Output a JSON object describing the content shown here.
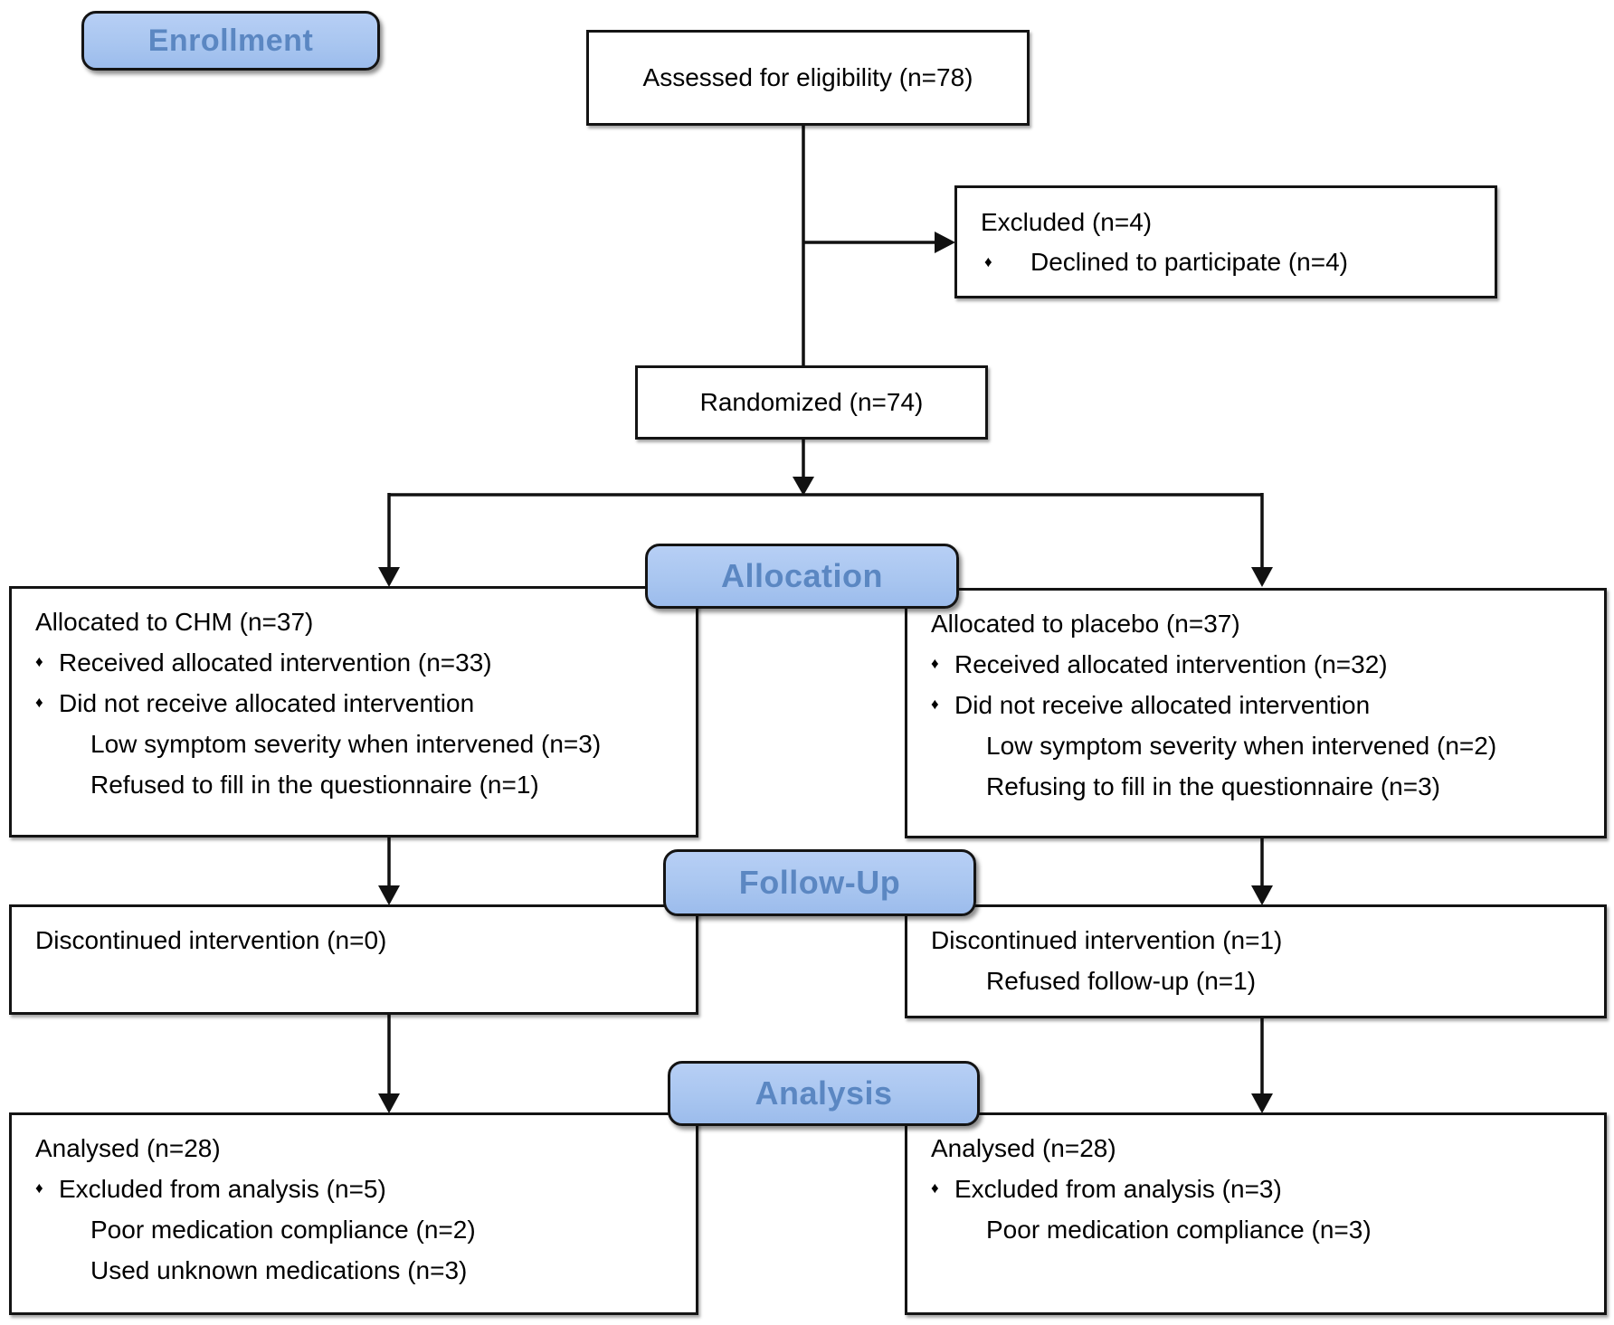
{
  "stages": {
    "enrollment": "Enrollment",
    "allocation": "Allocation",
    "followup": "Follow-Up",
    "analysis": "Analysis"
  },
  "bullet": "♦",
  "colors": {
    "stage_fill": "#a9c6f0",
    "stage_text": "#5b87c2",
    "line": "#111111"
  },
  "boxes": {
    "assessed": "Assessed for eligibility (n=78)",
    "excluded": {
      "title": "Excluded (n=4)",
      "items": [
        "Declined to participate (n=4)"
      ]
    },
    "randomized": "Randomized (n=74)",
    "allocation_left": {
      "title": "Allocated to CHM (n=37)",
      "bullets": [
        "Received allocated intervention (n=33)",
        "Did not receive allocated intervention"
      ],
      "subitems": [
        "Low symptom severity when intervened (n=3)",
        "Refused to fill in the questionnaire (n=1)"
      ]
    },
    "allocation_right": {
      "title": "Allocated to placebo (n=37)",
      "bullets": [
        "Received allocated intervention (n=32)",
        "Did not receive allocated intervention"
      ],
      "subitems": [
        "Low symptom severity when intervened (n=2)",
        "Refusing to fill in the questionnaire (n=3)"
      ]
    },
    "followup_left": {
      "title": "Discontinued intervention (n=0)"
    },
    "followup_right": {
      "title": "Discontinued intervention (n=1)",
      "subitems": [
        "Refused follow-up (n=1)"
      ]
    },
    "analysis_left": {
      "title": "Analysed (n=28)",
      "bullets": [
        "Excluded from analysis (n=5)"
      ],
      "subitems": [
        "Poor medication compliance (n=2)",
        "Used unknown medications (n=3)"
      ]
    },
    "analysis_right": {
      "title": "Analysed (n=28)",
      "bullets": [
        "Excluded from analysis (n=3)"
      ],
      "subitems": [
        "Poor medication compliance (n=3)"
      ]
    }
  }
}
